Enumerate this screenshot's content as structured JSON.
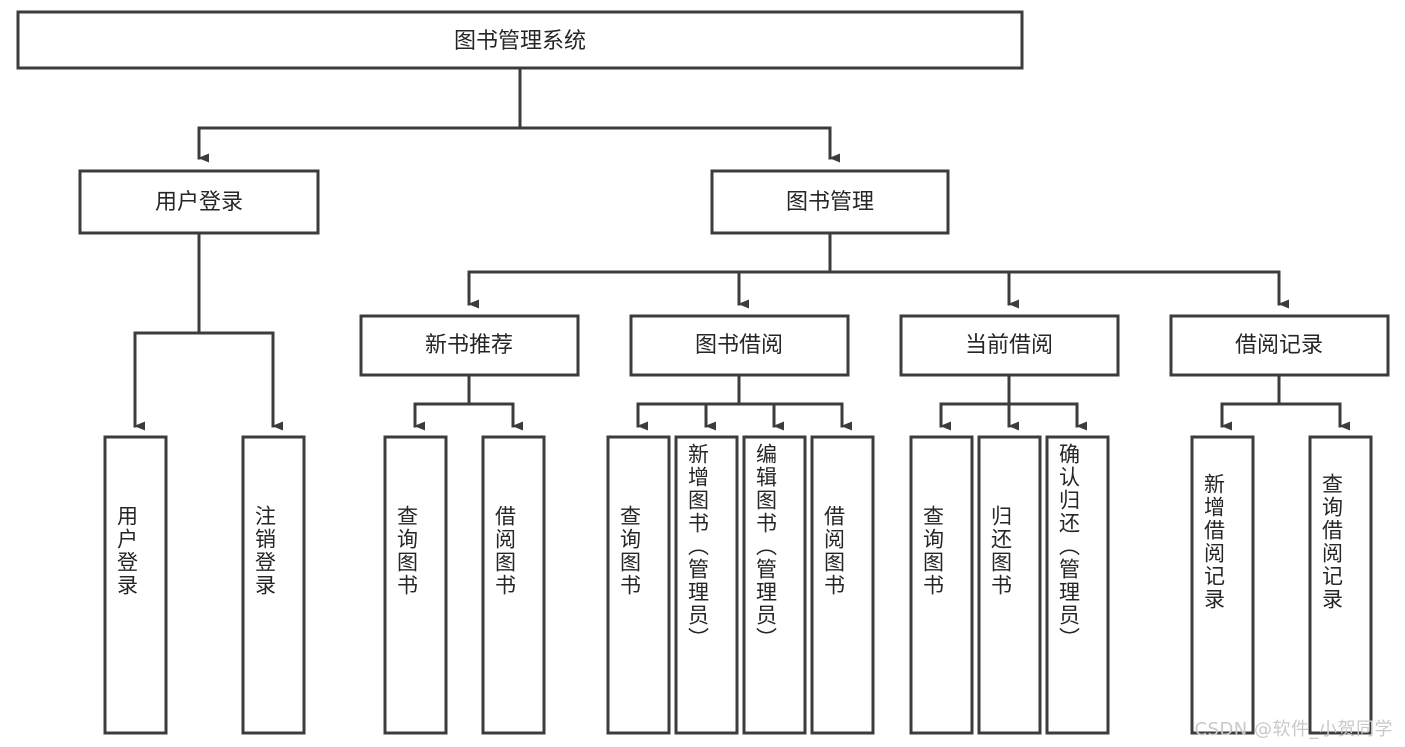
{
  "diagram": {
    "title": "图书管理系统",
    "type": "tree",
    "colors": {
      "box_stroke": "#3c3c3c",
      "box_fill": "#ffffff",
      "connector": "#3c3c3c",
      "text": "#262626",
      "watermark": "#c9c9c9",
      "background": "#ffffff"
    },
    "root": {
      "label": "图书管理系统"
    },
    "level2": [
      {
        "label": "用户登录"
      },
      {
        "label": "图书管理"
      }
    ],
    "level3": [
      {
        "label": "新书推荐"
      },
      {
        "label": "图书借阅"
      },
      {
        "label": "当前借阅"
      },
      {
        "label": "借阅记录"
      }
    ],
    "leaves": {
      "user_login": [
        {
          "label": "用户登录"
        },
        {
          "label": "注销登录"
        }
      ],
      "new_book_recommend": [
        {
          "label": "查询图书"
        },
        {
          "label": "借阅图书"
        }
      ],
      "book_borrow": [
        {
          "label": "查询图书"
        },
        {
          "label": "新增图书（管理员）"
        },
        {
          "label": "编辑图书（管理员）"
        },
        {
          "label": "借阅图书"
        }
      ],
      "current_borrow": [
        {
          "label": "查询图书"
        },
        {
          "label": "归还图书"
        },
        {
          "label": "确认归还（管理员）"
        }
      ],
      "borrow_record": [
        {
          "label": "新增借阅记录"
        },
        {
          "label": "查询借阅记录"
        }
      ]
    },
    "watermark": "CSDN @软件_小贺同学"
  }
}
